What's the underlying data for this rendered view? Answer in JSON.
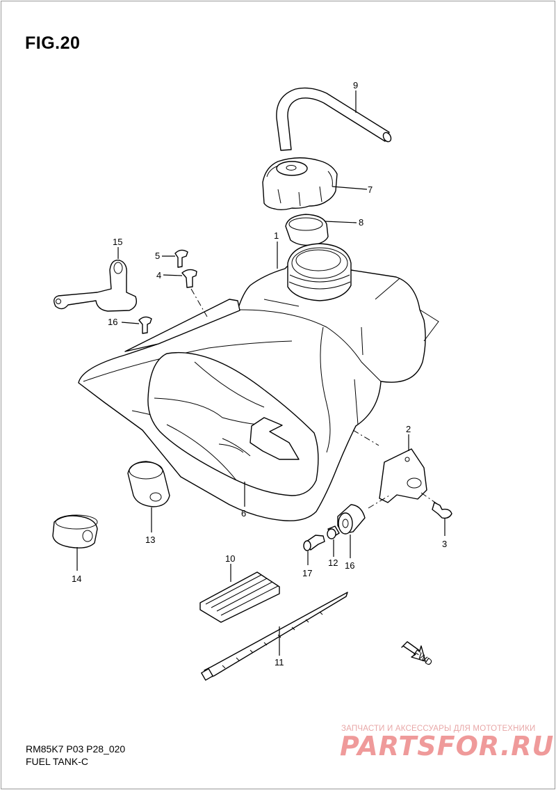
{
  "figure": {
    "title": "FIG.20"
  },
  "footer": {
    "code": "RM85K7 P03 P28_020",
    "name": "FUEL TANK-C"
  },
  "watermark": {
    "caption": "ЗАПЧАСТИ И АКСЕССУАРЫ ДЛЯ МОТОТЕХНИКИ",
    "brand": "PARTSFOR.RU"
  },
  "direction_marker": "FWD",
  "parts": [
    {
      "number": "1",
      "part": "fuel-tank"
    },
    {
      "number": "2",
      "part": "bracket"
    },
    {
      "number": "3",
      "part": "screw"
    },
    {
      "number": "4",
      "part": "collar"
    },
    {
      "number": "5",
      "part": "bolt"
    },
    {
      "number": "6",
      "part": "tank-emblem"
    },
    {
      "number": "7",
      "part": "fuel-cap"
    },
    {
      "number": "8",
      "part": "cap-gasket"
    },
    {
      "number": "9",
      "part": "breather-hose"
    },
    {
      "number": "10",
      "part": "cushion-pad"
    },
    {
      "number": "11",
      "part": "cable-tie"
    },
    {
      "number": "12",
      "part": "cushion-rubber"
    },
    {
      "number": "12",
      "part": "cushion-rubber"
    },
    {
      "number": "13",
      "part": "fuel-cock"
    },
    {
      "number": "14",
      "part": "screw"
    },
    {
      "number": "15",
      "part": "spacer"
    },
    {
      "number": "16",
      "part": "mount-rubber"
    },
    {
      "number": "17",
      "part": "bolt"
    }
  ]
}
